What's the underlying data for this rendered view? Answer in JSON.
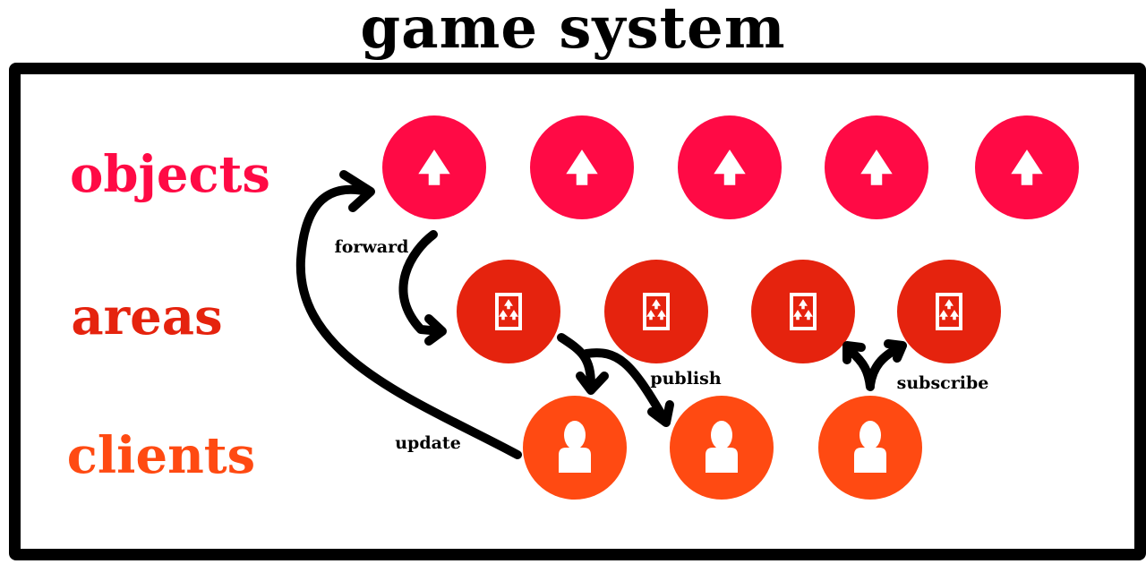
{
  "title": "game system",
  "colors": {
    "objects": "#ff0a45",
    "areas": "#e5230e",
    "clients": "#ff4a12",
    "arrow": "#000000",
    "icon": "#ffffff"
  },
  "rows": [
    {
      "key": "objects",
      "label": "objects",
      "icon": "tree-icon",
      "count": 5
    },
    {
      "key": "areas",
      "label": "areas",
      "icon": "area-map-icon",
      "count": 4
    },
    {
      "key": "clients",
      "label": "clients",
      "icon": "user-icon",
      "count": 3
    }
  ],
  "edges": [
    {
      "key": "forward",
      "label": "forward",
      "from": "objects-1",
      "to": "areas-1"
    },
    {
      "key": "publish",
      "label": "publish",
      "from": "areas-1",
      "to": "clients-1, clients-2"
    },
    {
      "key": "subscribe",
      "label": "subscribe",
      "from": "clients-3",
      "to": "areas-3, areas-4"
    },
    {
      "key": "update",
      "label": "update",
      "from": "clients-1",
      "to": "objects-1"
    }
  ]
}
